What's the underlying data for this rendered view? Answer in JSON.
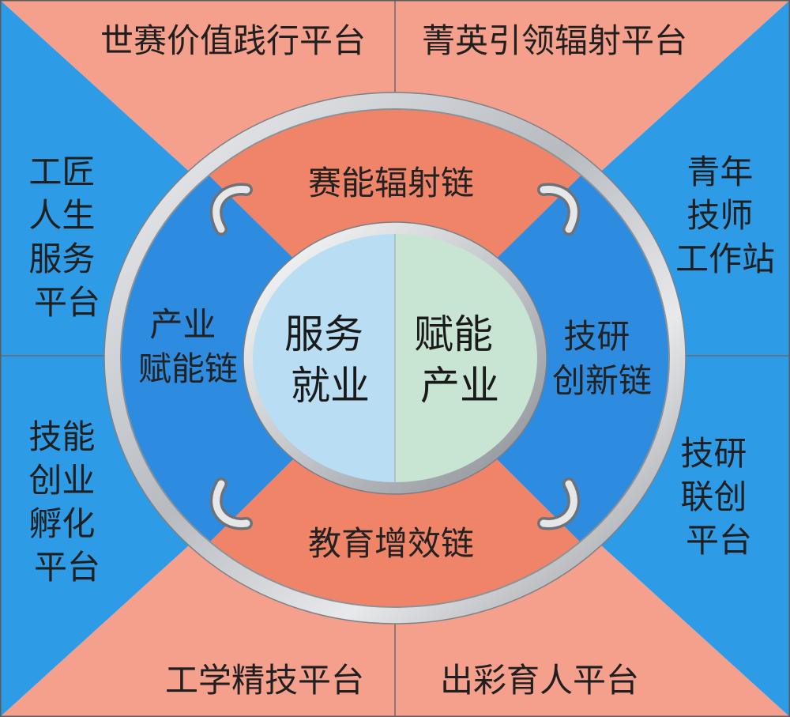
{
  "colors": {
    "blue": "#2e9be6",
    "salmon": "#f4a08c",
    "chain_salmon": "#ef8468",
    "chain_blue": "#2e8ce0",
    "core_left": "#b9def4",
    "core_right": "#c8e4d2",
    "ring_silver": "#c9ccd0",
    "divider": "#6b6b6b"
  },
  "platforms": {
    "top_left": "世赛价值践行平台",
    "top_right": "菁英引领辐射平台",
    "left_top": [
      "工匠",
      "人生",
      "服务",
      "平台"
    ],
    "left_bottom": [
      "技能",
      "创业",
      "孵化",
      "平台"
    ],
    "right_top": [
      "青年",
      "技师",
      "工作站"
    ],
    "right_bottom": [
      "技研",
      "联创",
      "平台"
    ],
    "bottom_left": "工学精技平台",
    "bottom_right": "出彩育人平台"
  },
  "chains": {
    "top": "赛能辐射链",
    "bottom": "教育增效链",
    "left": [
      "产业",
      "赋能链"
    ],
    "right": [
      "技研",
      "创新链"
    ]
  },
  "core": {
    "left": [
      "服务",
      "就业"
    ],
    "right": [
      "赋能",
      "产业"
    ]
  }
}
